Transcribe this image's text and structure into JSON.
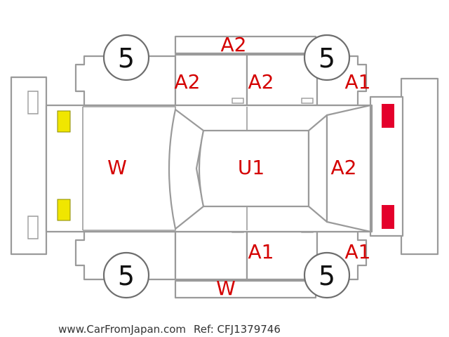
{
  "tires": {
    "front_left": "5",
    "front_right": "5",
    "rear_left": "5",
    "rear_right": "5"
  },
  "codes": {
    "roof_side_top": "A2",
    "front_door_left": "A2",
    "rear_door_left": "A2",
    "rear_quarter_left": "A1",
    "hood": "W",
    "roof": "U1",
    "rear_glass": "A2",
    "rear_door_right": "A1",
    "rear_quarter_right": "A1",
    "rocker_bottom": "W"
  },
  "lights": {
    "front_color": "#f0e600",
    "rear_color": "#e4002b"
  },
  "footer": {
    "source": "www.CarFromJapan.com",
    "ref": "Ref: CFJ1379746"
  }
}
